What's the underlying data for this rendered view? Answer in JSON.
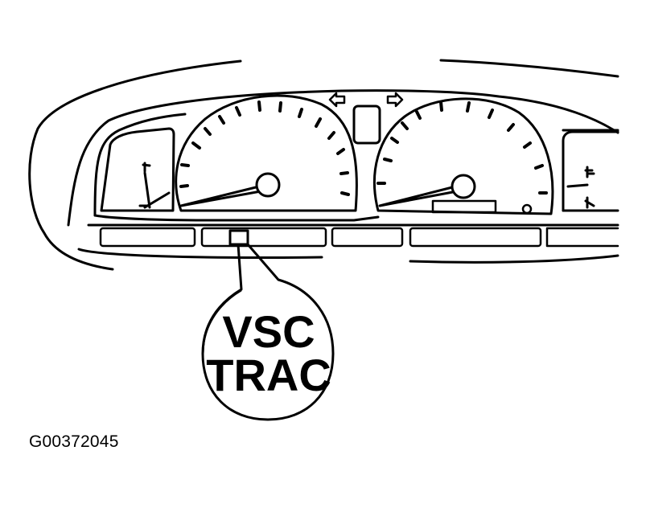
{
  "callout": {
    "line1": "VSC",
    "line2": "TRAC"
  },
  "figure_id": "G00372045",
  "colors": {
    "ink": "#000000",
    "paper": "#ffffff"
  }
}
